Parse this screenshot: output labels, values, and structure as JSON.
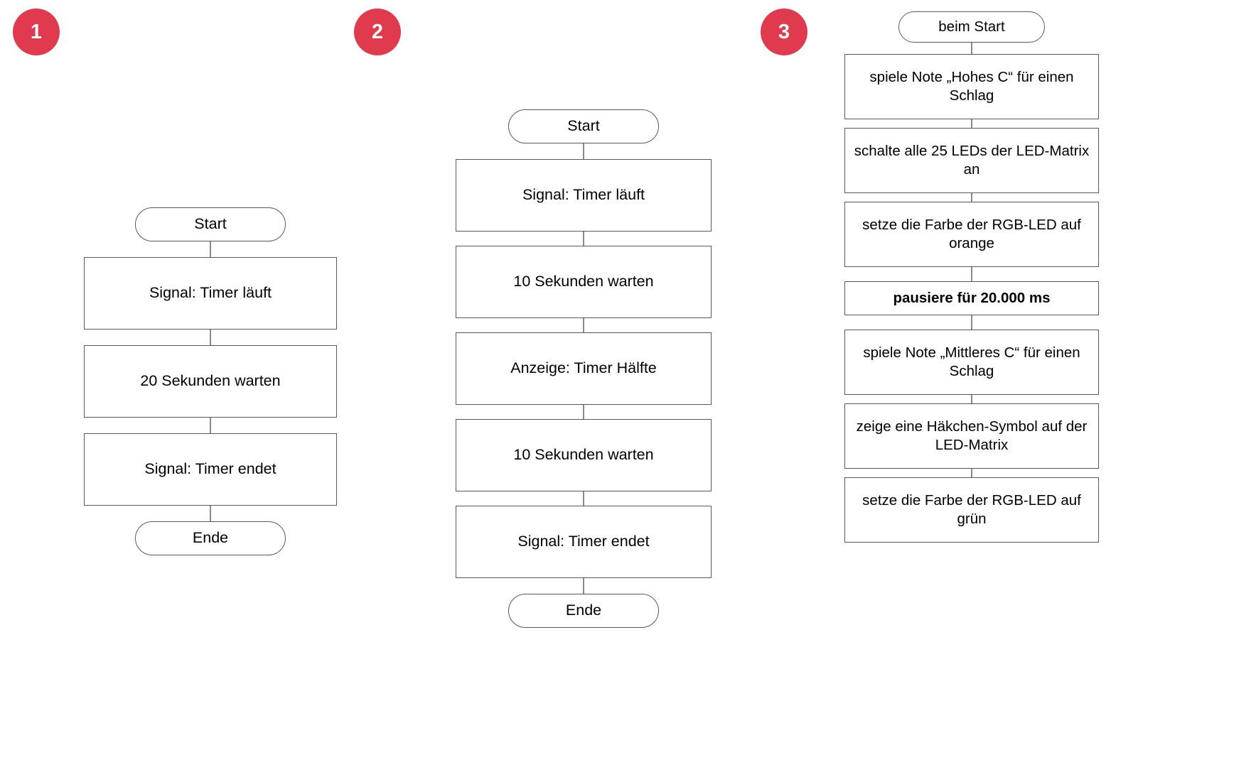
{
  "theme": {
    "badge_color": "#e03a4e",
    "badge_text_color": "#ffffff",
    "node_border_color": "#595959",
    "connector_color": "#8a8a8a",
    "background": "#ffffff"
  },
  "columns": [
    {
      "badge": "1",
      "nodes": [
        {
          "type": "terminal",
          "label": "Start"
        },
        {
          "type": "process",
          "label": "Signal: Timer läuft"
        },
        {
          "type": "process",
          "label": "20 Sekunden warten"
        },
        {
          "type": "process",
          "label": "Signal: Timer endet"
        },
        {
          "type": "terminal",
          "label": "Ende"
        }
      ]
    },
    {
      "badge": "2",
      "nodes": [
        {
          "type": "terminal",
          "label": "Start"
        },
        {
          "type": "process",
          "label": "Signal: Timer läuft"
        },
        {
          "type": "process",
          "label": "10 Sekunden warten"
        },
        {
          "type": "process",
          "label": "Anzeige: Timer Hälfte"
        },
        {
          "type": "process",
          "label": "10 Sekunden warten"
        },
        {
          "type": "process",
          "label": "Signal: Timer endet"
        },
        {
          "type": "terminal",
          "label": "Ende"
        }
      ]
    },
    {
      "badge": "3",
      "nodes": [
        {
          "type": "terminal",
          "label": "beim Start"
        },
        {
          "type": "process",
          "label": "spiele Note „Hohes C“ für einen Schlag"
        },
        {
          "type": "process",
          "label": "schalte alle 25 LEDs der LED-Matrix an"
        },
        {
          "type": "process",
          "label": "setze die Farbe der RGB-LED auf orange"
        },
        {
          "type": "process",
          "label": "pausiere für 20.000 ms",
          "emphasis": true
        },
        {
          "type": "process",
          "label": "spiele Note „Mittleres C“ für einen Schlag"
        },
        {
          "type": "process",
          "label": "zeige eine Häkchen-Symbol auf der LED-Matrix"
        },
        {
          "type": "process",
          "label": "setze die Farbe der RGB-LED auf grün"
        }
      ]
    }
  ]
}
